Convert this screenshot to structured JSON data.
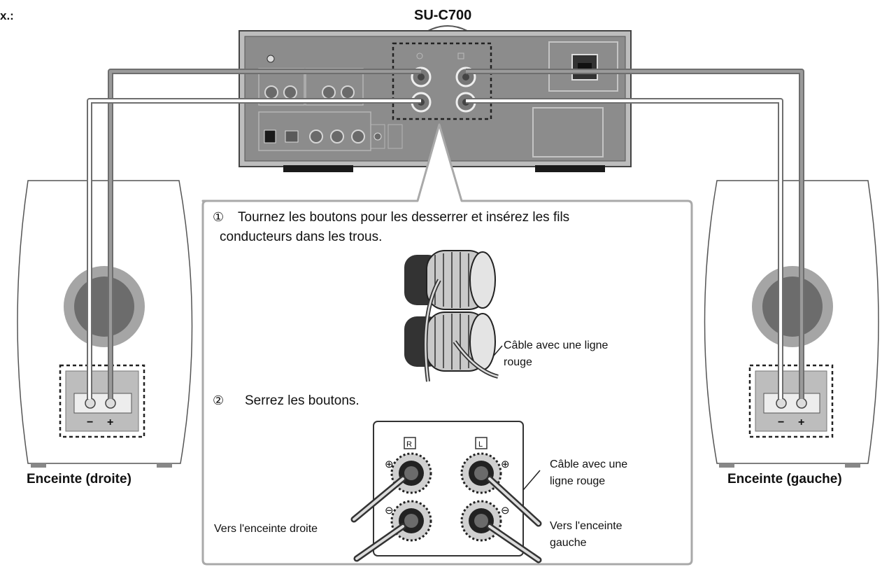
{
  "corner_text": "x.:",
  "device_title": "SU-C700",
  "steps": [
    {
      "number": "①",
      "line1": "Tournez les boutons pour les desserrer et insérez les fils",
      "line2": "conducteurs dans les trous."
    },
    {
      "number": "②",
      "line1": "Serrez les boutons.",
      "line2": ""
    }
  ],
  "callouts": {
    "red_line_cable_1": [
      "Câble avec une ligne",
      "rouge"
    ],
    "red_line_cable_2": [
      "Câble avec une",
      "ligne rouge"
    ],
    "to_right_speaker": "Vers l'enceinte droite",
    "to_left_speaker": [
      "Vers l'enceinte",
      "gauche"
    ]
  },
  "speakers": {
    "right": {
      "label": "Enceinte (droite)",
      "minus": "−",
      "plus": "+"
    },
    "left": {
      "label": "Enceinte (gauche)",
      "minus": "−",
      "plus": "+"
    }
  },
  "terminal_letters": {
    "right_channel": "R",
    "left_channel": "L"
  },
  "polarity_marks": {
    "plus": "⊕",
    "minus": "⊖"
  }
}
